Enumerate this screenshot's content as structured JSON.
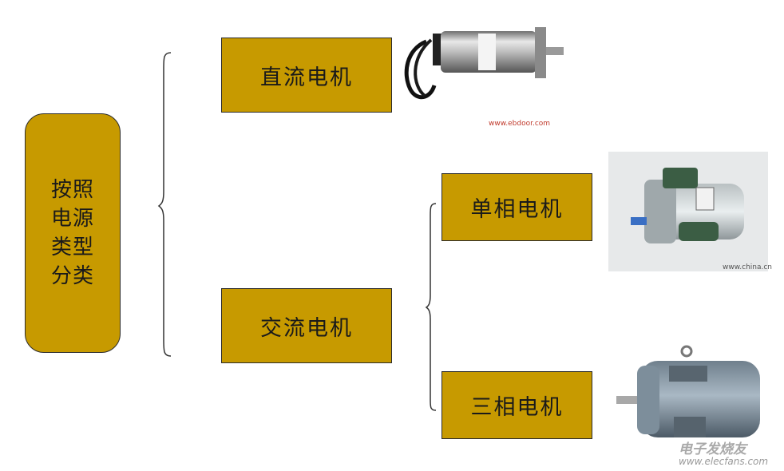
{
  "diagram": {
    "root_label": "按照电源类型分类",
    "branches": [
      {
        "label": "直流电机"
      },
      {
        "label": "交流电机",
        "children": [
          {
            "label": "单相电机"
          },
          {
            "label": "三相电机"
          }
        ]
      }
    ]
  },
  "photos": {
    "dc_motor": {
      "caption": "www.ebdoor.com"
    },
    "single_phase": {
      "caption": "www.china.cn"
    }
  },
  "watermark": {
    "title": "电子发烧友",
    "url": "www.elecfans.com"
  },
  "colors": {
    "box_fill": "#c79a00",
    "box_border": "#2b2b2b",
    "brace": "#333333"
  }
}
